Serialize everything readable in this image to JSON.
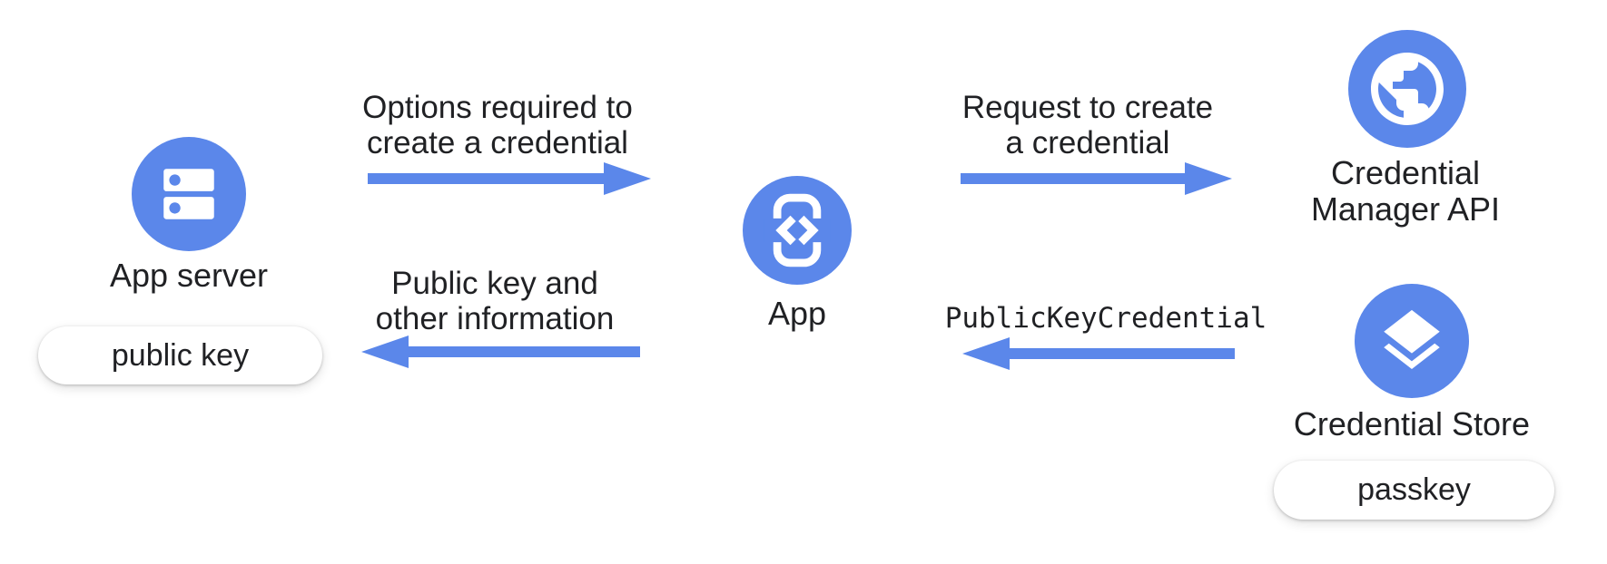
{
  "palette": {
    "blue": "#5b87ea",
    "text": "#202124",
    "pill_bg": "#ffffff",
    "bg": "#ffffff"
  },
  "nodes": {
    "app_server": {
      "label": "App server",
      "icon": "server-icon",
      "badge": "public key"
    },
    "app": {
      "label": "App",
      "icon": "phone-code-icon"
    },
    "credential_manager": {
      "label_line1": "Credential",
      "label_line2": "Manager API",
      "icon": "globe-icon"
    },
    "credential_store": {
      "label": "Credential Store",
      "icon": "layers-icon",
      "badge": "passkey"
    }
  },
  "flows": {
    "options": {
      "line1": "Options required to",
      "line2": "create a credential",
      "from": "App server",
      "to": "App",
      "direction": "right"
    },
    "request": {
      "line1": "Request to create",
      "line2": "a credential",
      "from": "App",
      "to": "Credential Manager API",
      "direction": "right"
    },
    "public_key_credential": {
      "label": "PublicKeyCredential",
      "from": "Credential Store",
      "to": "App",
      "direction": "left"
    },
    "public_key_info": {
      "line1": "Public key and",
      "line2": "other information",
      "from": "App",
      "to": "App server",
      "direction": "left"
    }
  }
}
